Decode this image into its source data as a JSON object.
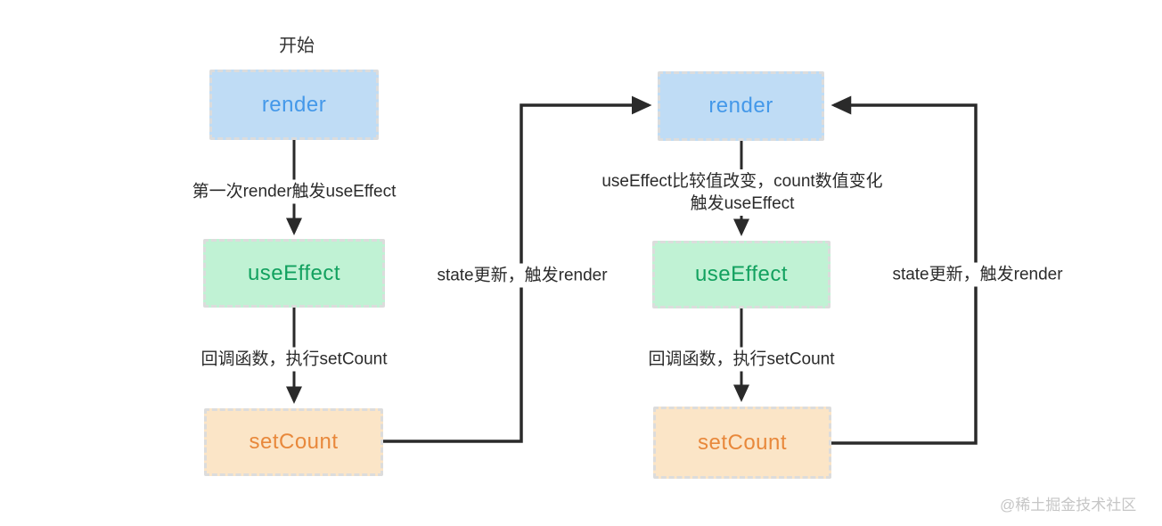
{
  "diagram": {
    "start_label": "开始",
    "left_flow": {
      "render_label": "render",
      "edge_render_to_useeffect": "第一次render触发useEffect",
      "useeffect_label": "useEffect",
      "edge_useeffect_to_setcount": "回调函数，执行setCount",
      "setcount_label": "setCount",
      "edge_setcount_to_render": "state更新，触发render"
    },
    "right_flow": {
      "render_label": "render",
      "edge_render_to_useeffect_line1": "useEffect比较值改变，count数值变化",
      "edge_render_to_useeffect_line2": "触发useEffect",
      "useeffect_label": "useEffect",
      "edge_useeffect_to_setcount": "回调函数，执行setCount",
      "setcount_label": "setCount",
      "edge_setcount_to_render": "state更新，触发render"
    },
    "colors": {
      "render_fill": "#bfdcf5",
      "render_text": "#4498e9",
      "useeffect_fill": "#c0f2d4",
      "useeffect_text": "#12a15f",
      "setcount_fill": "#fbe5c7",
      "setcount_text": "#e8883b",
      "box_border": "#dcdcdc",
      "arrow_line": "#2a2a2a",
      "edge_label_text": "#2b2b2b"
    }
  },
  "watermark": "@稀土掘金技术社区"
}
